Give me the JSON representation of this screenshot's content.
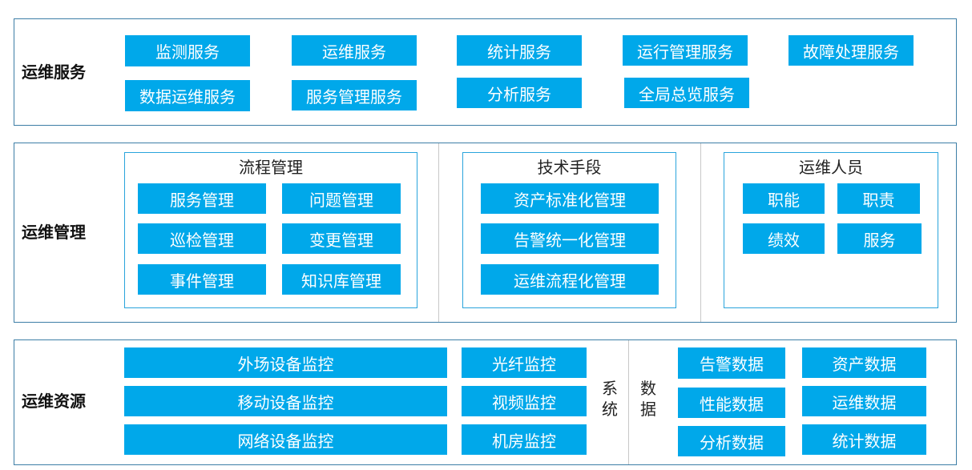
{
  "services": {
    "label": "运维服务",
    "items": [
      "监测服务",
      "运维服务",
      "统计服务",
      "运行管理服务",
      "故障处理服务",
      "数据运维服务",
      "服务管理服务",
      "分析服务",
      "全局总览服务"
    ]
  },
  "management": {
    "label": "运维管理",
    "process": {
      "title": "流程管理",
      "items": [
        "服务管理",
        "问题管理",
        "巡检管理",
        "变更管理",
        "事件管理",
        "知识库管理"
      ]
    },
    "tech": {
      "title": "技术手段",
      "items": [
        "资产标准化管理",
        "告警统一化管理",
        "运维流程化管理"
      ]
    },
    "staff": {
      "title": "运维人员",
      "items": [
        "职能",
        "职责",
        "绩效",
        "服务"
      ]
    }
  },
  "resources": {
    "label": "运维资源",
    "system_items": [
      "外场设备监控",
      "光纤监控",
      "移动设备监控",
      "视频监控",
      "网络设备监控",
      "机房监控"
    ],
    "system_label": [
      "系",
      "统"
    ],
    "data_label": [
      "数",
      "据"
    ],
    "data_items": [
      "告警数据",
      "资产数据",
      "性能数据",
      "运维数据",
      "分析数据",
      "统计数据"
    ]
  }
}
